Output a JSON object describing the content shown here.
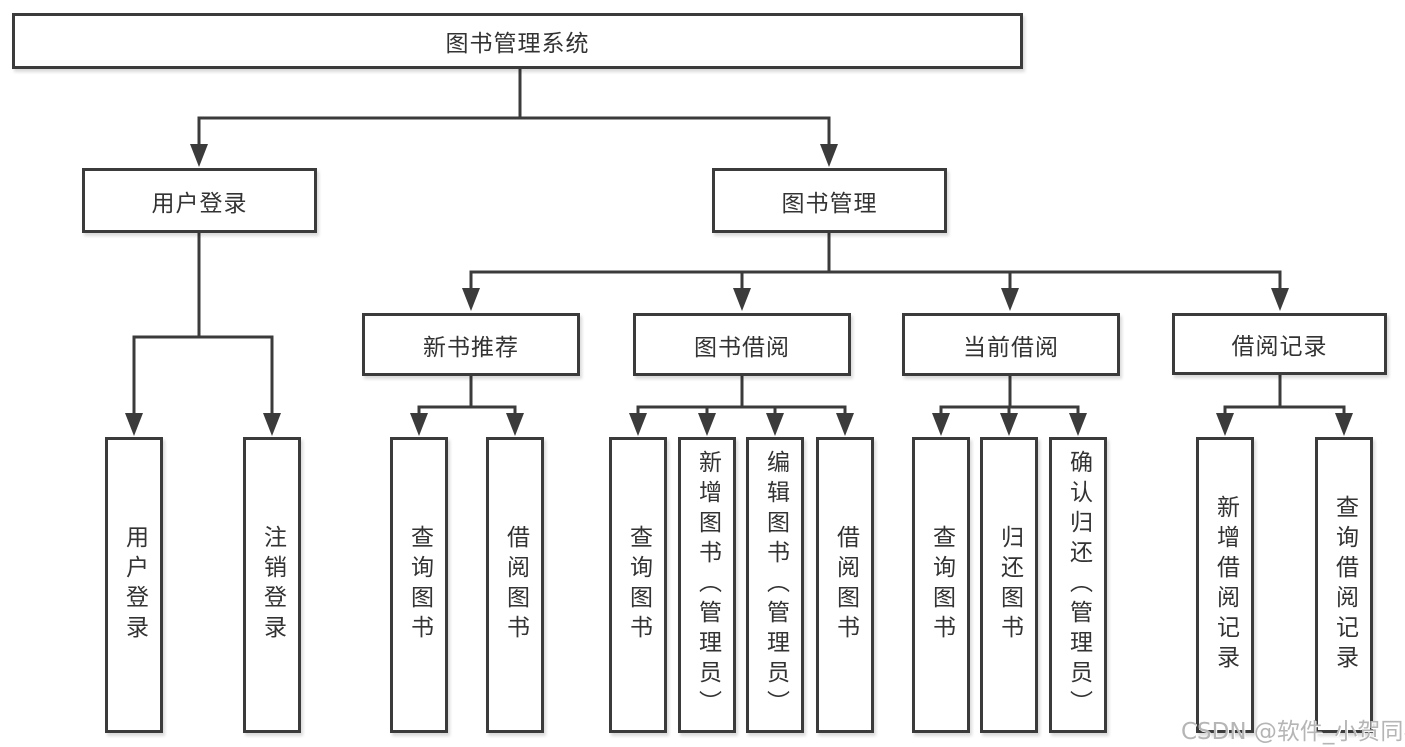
{
  "tree": {
    "root": {
      "label": "图书管理系统",
      "children": [
        {
          "label": "用户登录",
          "children": [
            {
              "label": "用户登录"
            },
            {
              "label": "注销登录"
            }
          ]
        },
        {
          "label": "图书管理",
          "children": [
            {
              "label": "新书推荐",
              "children": [
                {
                  "label": "查询图书"
                },
                {
                  "label": "借阅图书"
                }
              ]
            },
            {
              "label": "图书借阅",
              "children": [
                {
                  "label": "查询图书"
                },
                {
                  "label": "新增图书（管理员）"
                },
                {
                  "label": "编辑图书（管理员）"
                },
                {
                  "label": "借阅图书"
                }
              ]
            },
            {
              "label": "当前借阅",
              "children": [
                {
                  "label": "查询图书"
                },
                {
                  "label": "归还图书"
                },
                {
                  "label": "确认归还（管理员）"
                }
              ]
            },
            {
              "label": "借阅记录",
              "children": [
                {
                  "label": "新增借阅记录"
                },
                {
                  "label": "查询借阅记录"
                }
              ]
            }
          ]
        }
      ]
    }
  },
  "watermark": {
    "text": "CSDN @软件_小贺同学"
  },
  "colors": {
    "line": "#3b3b3b",
    "text": "#333333",
    "box_background": "#ffffff",
    "page_background": "#ffffff",
    "watermark": "#b5b5b5"
  }
}
